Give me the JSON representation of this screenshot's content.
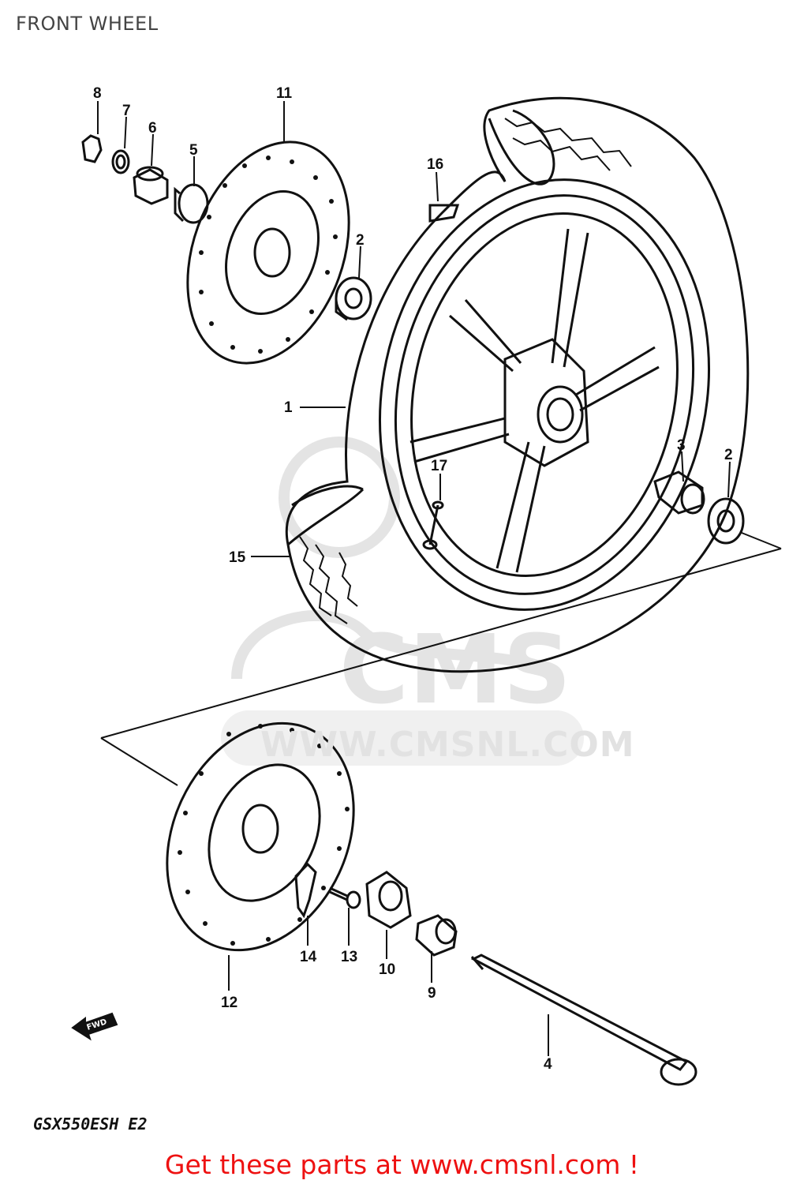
{
  "title": "FRONT WHEEL",
  "model_code": "GSX550ESH E2",
  "footer": "Get these parts at www.cmsnl.com !",
  "watermark": {
    "logo_text": "CMS",
    "url_text": "WWW.CMSNL.COM"
  },
  "direction_label": "FWD",
  "callouts": [
    "1",
    "2",
    "2",
    "3",
    "4",
    "5",
    "6",
    "7",
    "8",
    "9",
    "10",
    "11",
    "12",
    "13",
    "14",
    "15",
    "16",
    "17"
  ],
  "colors": {
    "line": "#111111",
    "footer": "#ee1111",
    "watermark": "#e2e2e2"
  }
}
